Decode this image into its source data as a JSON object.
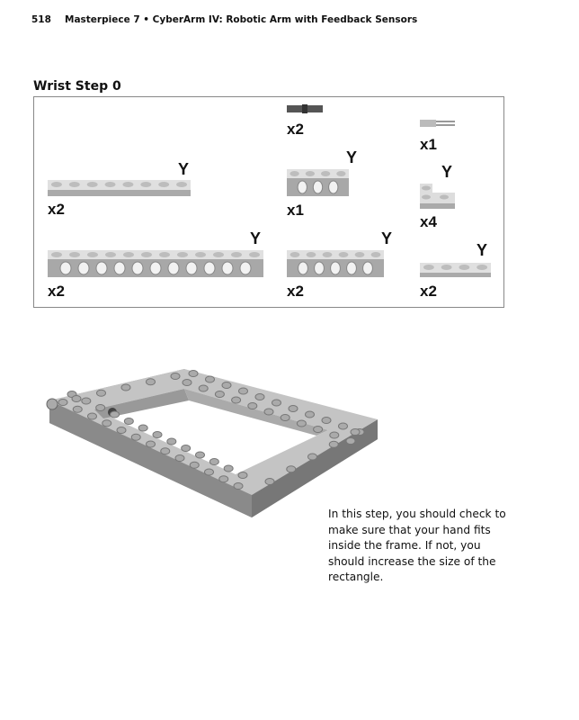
{
  "header": {
    "page_number": "518",
    "running_head": "Masterpiece 7 • CyberArm IV: Robotic Arm with Feedback Sensors"
  },
  "step_title": "Wrist Step 0",
  "parts": [
    {
      "name": "pin-dark",
      "type": "pin",
      "count": "x2",
      "mark": "",
      "color": "#555555"
    },
    {
      "name": "axle-pin",
      "type": "axlepin",
      "count": "x1",
      "mark": "",
      "color": "#bbbbbb"
    },
    {
      "name": "plate-1x8",
      "type": "plate",
      "studs": 8,
      "count": "x2",
      "mark": "Y",
      "color": "#cfcfcf"
    },
    {
      "name": "beam-1x4",
      "type": "beam",
      "studs": 4,
      "holes": 3,
      "count": "x1",
      "mark": "Y",
      "color": "#a8a8a8"
    },
    {
      "name": "plate-corner",
      "type": "corner",
      "count": "x4",
      "mark": "Y",
      "color": "#cfcfcf"
    },
    {
      "name": "beam-1x12",
      "type": "beam",
      "studs": 12,
      "holes": 11,
      "count": "x2",
      "mark": "Y",
      "color": "#a8a8a8"
    },
    {
      "name": "beam-1x6",
      "type": "beam",
      "studs": 6,
      "holes": 5,
      "count": "x2",
      "mark": "Y",
      "color": "#a8a8a8"
    },
    {
      "name": "plate-1x4",
      "type": "plate",
      "studs": 4,
      "count": "x2",
      "mark": "Y",
      "color": "#cfcfcf"
    }
  ],
  "instruction": "In this step, you should check to make sure that your hand fits inside the frame. If not, you should increase the size of the rectangle."
}
